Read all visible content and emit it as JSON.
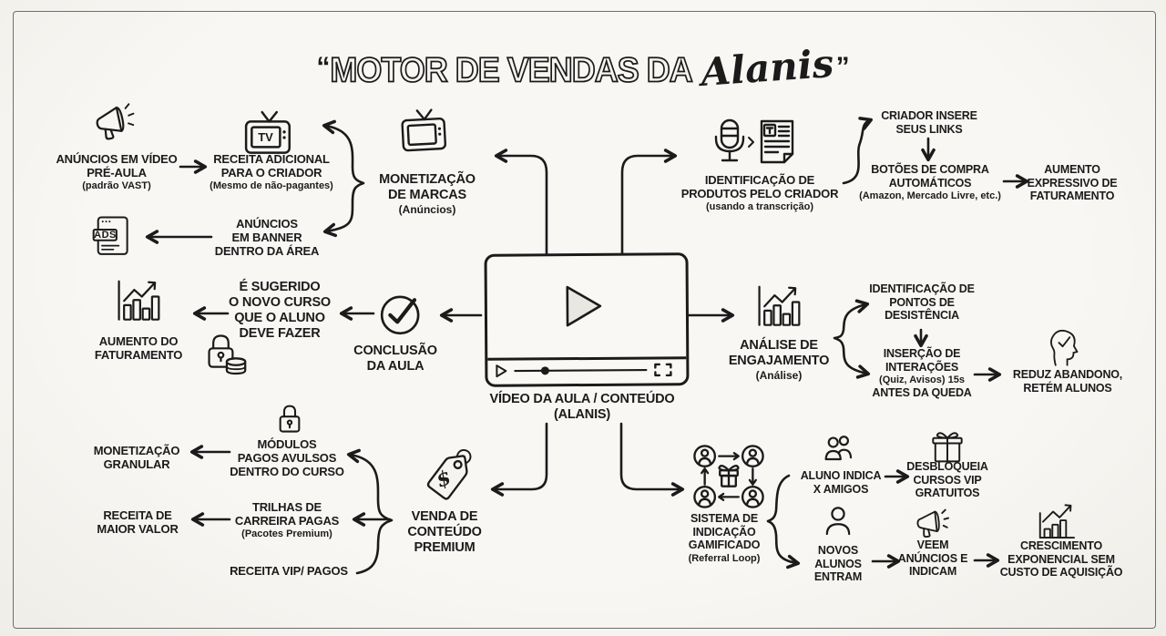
{
  "colors": {
    "background": "#f6f4f0",
    "ink": "#1b1b1b",
    "frame_line": "#6e6e6e"
  },
  "title": {
    "open_quote": "“",
    "main": "MOTOR DE VENDAS DA",
    "brand": "Alanis",
    "close_quote": "”"
  },
  "icon_labels": {
    "tv": "TV",
    "ads": "ADS",
    "tag": "$"
  },
  "center": {
    "caption": "VÍDEO DA AULA / CONTEÚDO\n(ALANIS)"
  },
  "nodes": {
    "preroll_ads": {
      "label": "ANÚNCIOS EM VÍDEO\nPRÉ-AULA",
      "sub": "(padrão VAST)"
    },
    "extra_revenue": {
      "label": "RECEITA ADICIONAL\nPARA O CRIADOR",
      "sub": "(Mesmo de não-pagantes)"
    },
    "banner_ads": {
      "label": "ANÚNCIOS\nEM BANNER\nDENTRO DA ÁREA"
    },
    "brand_monetization": {
      "label": "MONETIZAÇÃO\nDE MARCAS",
      "sub": "(Anúncios)"
    },
    "product_identification": {
      "label": "IDENTIFICAÇÃO DE\nPRODUTOS PELO CRIADOR",
      "sub": "(usando a transcrição)"
    },
    "creator_links": {
      "label": "CRIADOR INSERE\nSEUS LINKS"
    },
    "buy_buttons": {
      "label": "BOTÕES DE COMPRA\nAUTOMÁTICOS",
      "sub": "(Amazon, Mercado Livre, etc.)"
    },
    "revenue_increase_right": {
      "label": "AUMENTO\nEXPRESSIVO DE\nFATURAMENTO"
    },
    "revenue_increase_left": {
      "label": "AUMENTO DO\nFATURAMENTO"
    },
    "course_suggestion": {
      "label": "É SUGERIDO\nO NOVO CURSO\nQUE O ALUNO\nDEVE FAZER"
    },
    "lesson_completion": {
      "label": "CONCLUSÃO\nDA AULA"
    },
    "engagement_analysis": {
      "label": "ANÁLISE DE\nENGAJAMENTO",
      "sub": "(Análise)"
    },
    "dropout_points": {
      "label": "IDENTIFICAÇÃO DE\nPONTOS DE\nDESISTÊNCIA"
    },
    "interactions": {
      "label": "INSERÇÃO DE\nINTERAÇÕES",
      "sub": "(Quiz, Avisos) 15s",
      "label2": "ANTES DA QUEDA"
    },
    "retention": {
      "label": "REDUZ ABANDONO,\nRETÉM ALUNOS"
    },
    "granular_monetization": {
      "label": "MONETIZAÇÃO\nGRANULAR"
    },
    "paid_modules": {
      "label": "MÓDULOS\nPAGOS AVULSOS\nDENTRO DO CURSO"
    },
    "higher_revenue": {
      "label": "RECEITA DE\nMAIOR VALOR"
    },
    "career_tracks": {
      "label": "TRILHAS DE\nCARREIRA PAGAS",
      "sub": "(Pacotes Premium)"
    },
    "vip_revenue": {
      "label": "RECEITA VIP/ PAGOS"
    },
    "premium_sales": {
      "label": "VENDA DE\nCONTEÚDO\nPREMIUM"
    },
    "referral_system": {
      "label": "SISTEMA DE\nINDICAÇÃO\nGAMIFICADO",
      "sub": "(Referral Loop)"
    },
    "student_refers": {
      "label": "ALUNO INDICA\nX AMIGOS"
    },
    "unlock_vip": {
      "label": "DESBLOQUEIA\nCURSOS VIP\nGRATUITOS"
    },
    "new_students": {
      "label": "NOVOS\nALUNOS\nENTRAM"
    },
    "see_ads_refer": {
      "label": "VEEM\nANÚNCIOS E\nINDICAM"
    },
    "exponential_growth": {
      "label": "CRESCIMENTO\nEXPONENCIAL SEM\nCUSTO DE AQUISIÇÃO"
    }
  }
}
